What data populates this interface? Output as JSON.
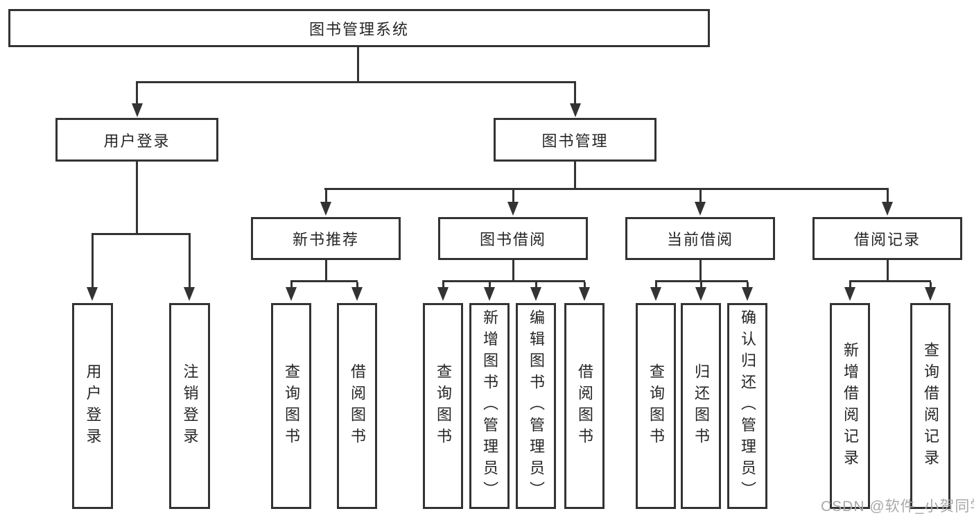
{
  "diagram": {
    "root": {
      "label": "图书管理系统"
    },
    "branches": [
      {
        "label": "用户登录",
        "children": [
          {
            "label": "用户登录"
          },
          {
            "label": "注销登录"
          }
        ]
      },
      {
        "label": "图书管理",
        "children": [
          {
            "label": "新书推荐",
            "children": [
              {
                "label": "查询图书"
              },
              {
                "label": "借阅图书"
              }
            ]
          },
          {
            "label": "图书借阅",
            "children": [
              {
                "label": "查询图书"
              },
              {
                "label": "新增图书（管理员）"
              },
              {
                "label": "编辑图书（管理员）"
              },
              {
                "label": "借阅图书"
              }
            ]
          },
          {
            "label": "当前借阅",
            "children": [
              {
                "label": "查询图书"
              },
              {
                "label": "归还图书"
              },
              {
                "label": "确认归还（管理员）"
              }
            ]
          },
          {
            "label": "借阅记录",
            "children": [
              {
                "label": "新增借阅记录"
              },
              {
                "label": "查询借阅记录"
              }
            ]
          }
        ]
      }
    ]
  },
  "watermark": {
    "text": "CSDN @软件_小贺同学",
    "color": "#a8a8a8"
  },
  "colors": {
    "line": "#333333",
    "text": "#262626",
    "background": "#ffffff"
  }
}
